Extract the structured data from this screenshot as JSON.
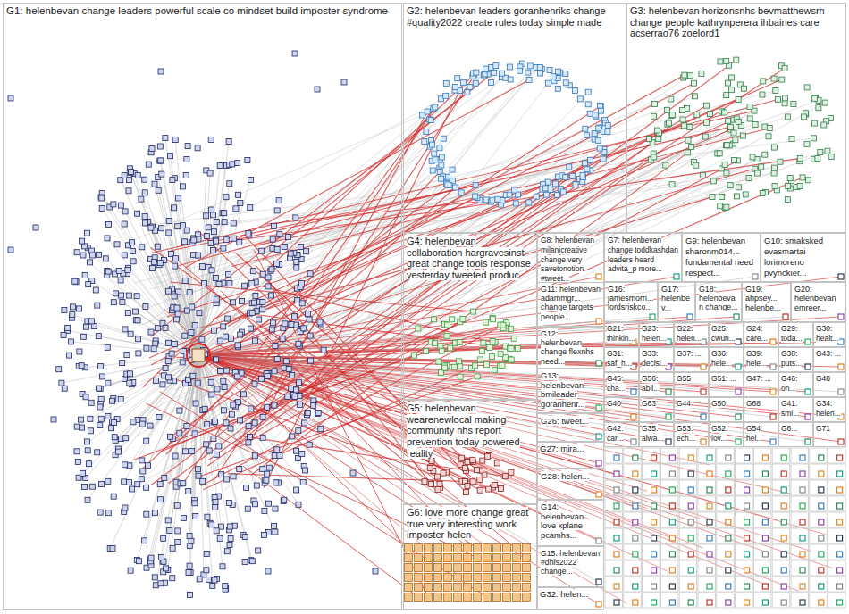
{
  "diagram": {
    "nodes": [
      {
        "text": [
          "G1: helenbevan change leaders powerful scale co mindset build imposter syndrome"
        ]
      },
      {
        "text": [
          "G2: helenbevan leaders goranhenriks change #quality2022 create rules today simple made"
        ]
      },
      {
        "text": [
          "G3: helenbevan horizonsnhs bevmatthewsrn change people kathrynperera ihbaines care acserrao76 zoelord1"
        ]
      },
      {
        "text": [
          "G4: helenbevan collaboration hargravesinst great change tools response yesterday tweeted produc"
        ]
      },
      {
        "text": [
          "G8: helenbevan milanicreative change very savetonotion #tweet..."
        ]
      },
      {
        "text": [
          "G7: helenbevan change toddkashdan leaders heard advita_p more..."
        ]
      },
      {
        "text": [
          "G9: helenbevan sharonm014... fundamental need respect..."
        ]
      },
      {
        "text": [
          "G10: smaksked evasmartai lorimoreno pvynckier..."
        ]
      },
      {
        "text": [
          "G11: helenbevan adammgr... change targets people..."
        ]
      },
      {
        "text": [
          "G16: jamesmorri... lordsriskco..."
        ]
      },
      {
        "text": [
          "G17: helenbev..."
        ]
      },
      {
        "text": [
          "G18: helenbevan change..."
        ]
      },
      {
        "text": [
          "G19: ahpsey... helenbe..."
        ]
      },
      {
        "text": [
          "G20: helenbevan emreer..."
        ]
      },
      {
        "text": [
          "G21: thinkin..."
        ]
      },
      {
        "text": [
          "G23: helen..."
        ]
      },
      {
        "text": [
          "G22: helen..."
        ]
      },
      {
        "text": [
          "G25: cwun..."
        ]
      },
      {
        "text": [
          "G24: care..."
        ]
      },
      {
        "text": [
          "G29: toda..."
        ]
      },
      {
        "text": [
          "G30: healt..."
        ]
      },
      {
        "text": [
          "G12: helenbevan change flexnhs need..."
        ]
      },
      {
        "text": [
          "G31: saf_h..."
        ]
      },
      {
        "text": [
          "G33: decisi..."
        ]
      },
      {
        "text": [
          "G37: ..."
        ]
      },
      {
        "text": [
          "G36: hele..."
        ]
      },
      {
        "text": [
          "G39: hele..."
        ]
      },
      {
        "text": [
          "G38: puts..."
        ]
      },
      {
        "text": [
          "G43: ..."
        ]
      },
      {
        "text": [
          "G13: helenbevan bmileader goranhenr..."
        ]
      },
      {
        "text": [
          "G45: cha..."
        ]
      },
      {
        "text": [
          "G56: abil..."
        ]
      },
      {
        "text": [
          "G55"
        ]
      },
      {
        "text": [
          "G51: ..."
        ]
      },
      {
        "text": [
          "G47: ..."
        ]
      },
      {
        "text": [
          "G46: on..."
        ]
      },
      {
        "text": [
          "G48"
        ]
      },
      {
        "text": [
          "G5: helenbevan wearenewlocal making community nhs report prevention today powered reality"
        ]
      },
      {
        "text": [
          "G40"
        ]
      },
      {
        "text": [
          "G63"
        ]
      },
      {
        "text": [
          "G44"
        ]
      },
      {
        "text": [
          "G50"
        ]
      },
      {
        "text": [
          "G68"
        ]
      },
      {
        "text": [
          "G41: smi..."
        ]
      },
      {
        "text": [
          "G34: helen..."
        ]
      },
      {
        "text": [
          "G26: tweet..."
        ]
      },
      {
        "text": [
          "G42: car..."
        ]
      },
      {
        "text": [
          "G35: alwa..."
        ]
      },
      {
        "text": [
          "G53: ech..."
        ]
      },
      {
        "text": [
          "G52: lov..."
        ]
      },
      {
        "text": [
          "G54: hel..."
        ]
      },
      {
        "text": [
          "G6..."
        ]
      },
      {
        "text": [
          "G71"
        ]
      },
      {
        "text": [
          "G27: mira..."
        ]
      },
      {
        "text": [
          "G28: helen..."
        ]
      },
      {
        "text": [
          "G6: love more change great true very interesting work imposter helen"
        ]
      },
      {
        "text": [
          "G14: helenbevan love xplane pcamhs..."
        ]
      },
      {
        "text": [
          "G15: helenbevan #dhis2022 change..."
        ]
      },
      {
        "text": [
          "G32: helen..."
        ]
      }
    ]
  }
}
